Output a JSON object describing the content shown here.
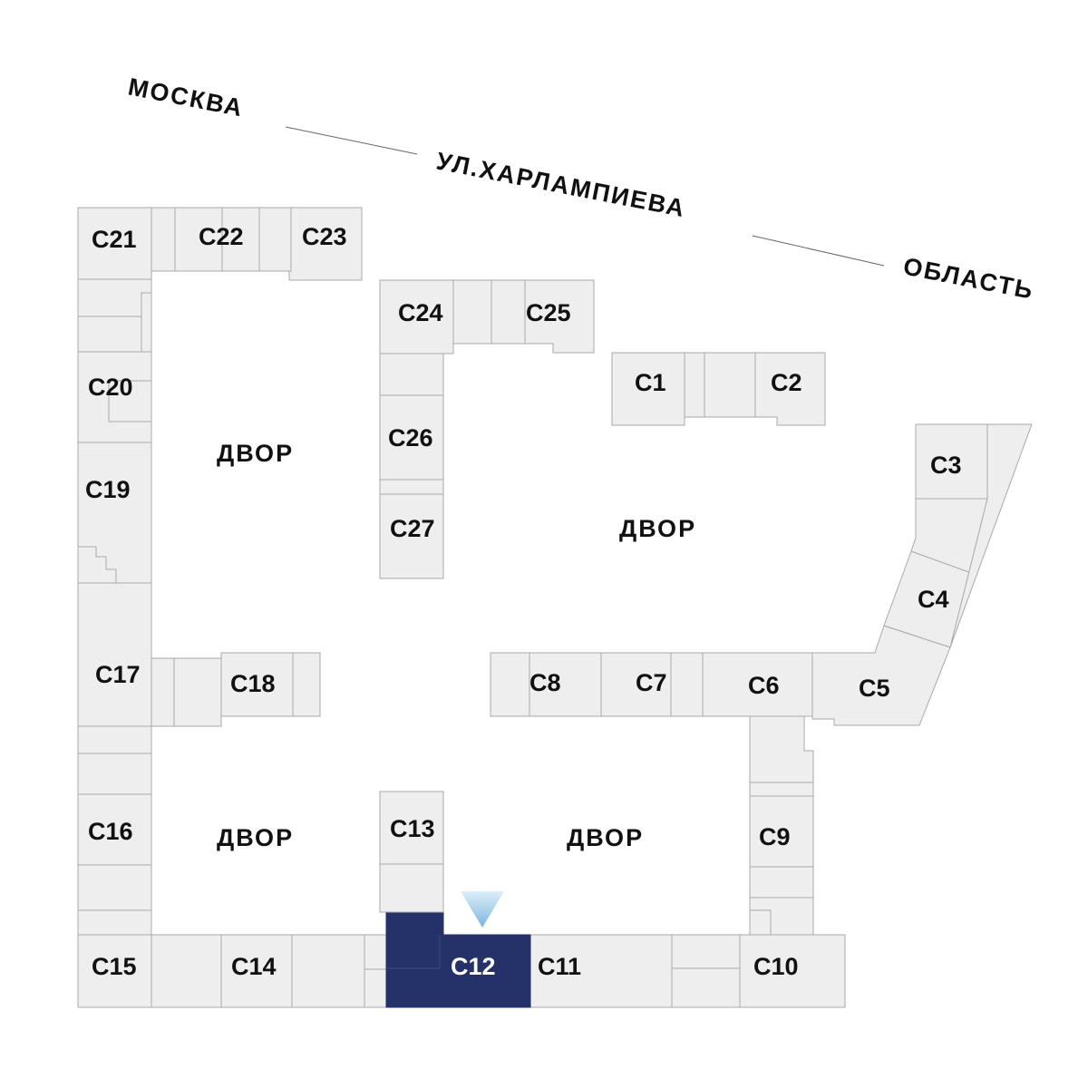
{
  "street": {
    "left": "МОСКВА",
    "center": "УЛ.ХАРЛАМПИЕВА",
    "right": "ОБЛАСТЬ"
  },
  "yards": {
    "label": "ДВОР"
  },
  "sections": {
    "c1": "С1",
    "c2": "С2",
    "c3": "С3",
    "c4": "С4",
    "c5": "С5",
    "c6": "С6",
    "c7": "С7",
    "c8": "С8",
    "c9": "С9",
    "c10": "С10",
    "c11": "С11",
    "c12": "С12",
    "c13": "С13",
    "c14": "С14",
    "c15": "С15",
    "c16": "С16",
    "c17": "С17",
    "c18": "С18",
    "c19": "С19",
    "c20": "С20",
    "c21": "С21",
    "c22": "С22",
    "c23": "С23",
    "c24": "С24",
    "c25": "С25",
    "c26": "С26",
    "c27": "С27"
  },
  "selected_section": "С12",
  "colors": {
    "building": "#eeeeee",
    "outline": "#a9a9a9",
    "selected": "#243269",
    "marker": "#8fc3e8"
  }
}
